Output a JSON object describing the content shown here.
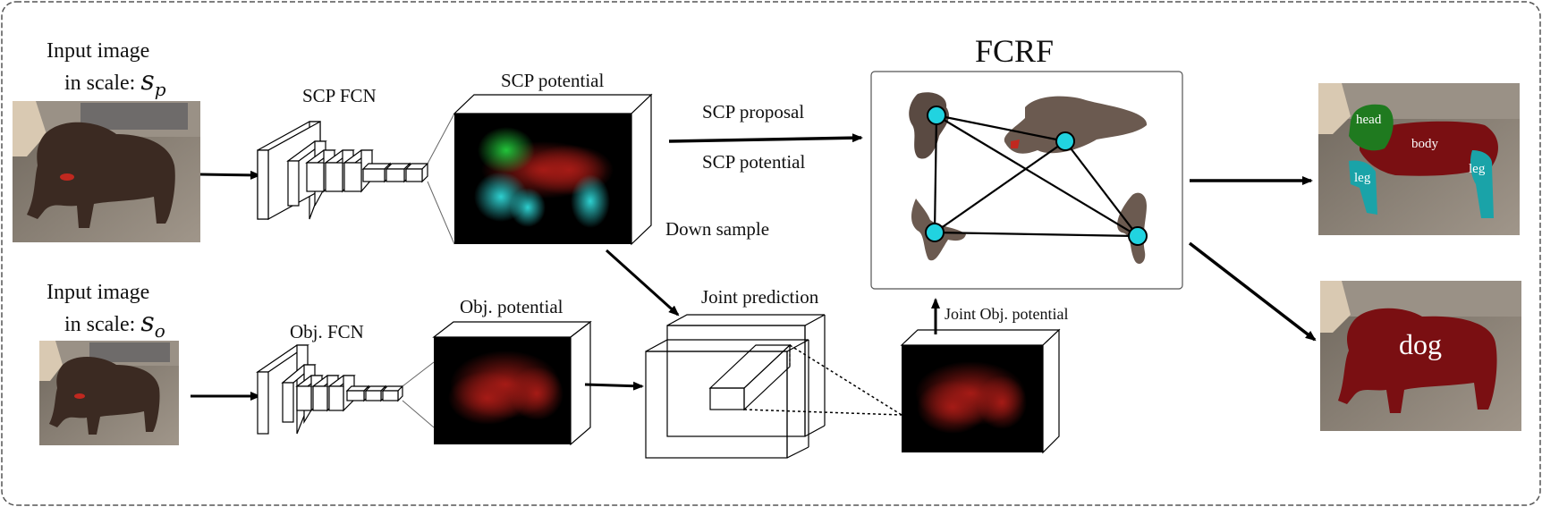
{
  "inputs": {
    "part_label_line1": "Input image",
    "part_label_line2": "in scale:",
    "part_scale_symbol": "s",
    "part_scale_sub": "p",
    "obj_label_line1": "Input image",
    "obj_label_line2": "in scale:",
    "obj_scale_symbol": "s",
    "obj_scale_sub": "o"
  },
  "networks": {
    "scp_fcn": "SCP FCN",
    "obj_fcn": "Obj. FCN"
  },
  "potentials": {
    "scp_potential": "SCP potential",
    "obj_potential": "Obj. potential"
  },
  "arrows": {
    "scp_proposal": "SCP proposal",
    "scp_potential_arrow": "SCP potential",
    "down_sample": "Down sample",
    "joint_prediction": "Joint prediction",
    "joint_obj_potential": "Joint Obj. potential"
  },
  "fcrf": {
    "title": "FCRF"
  },
  "outputs": {
    "part_labels": [
      "head",
      "body",
      "leg",
      "leg"
    ],
    "object_label": "dog"
  },
  "colors": {
    "dog_brown": "#3b2a22",
    "carpet": "#8c8175",
    "part_green": "#1f7a1f",
    "part_red": "#7a0f12",
    "part_cyan": "#1aa3a8",
    "node_cyan": "#21d3e0"
  }
}
